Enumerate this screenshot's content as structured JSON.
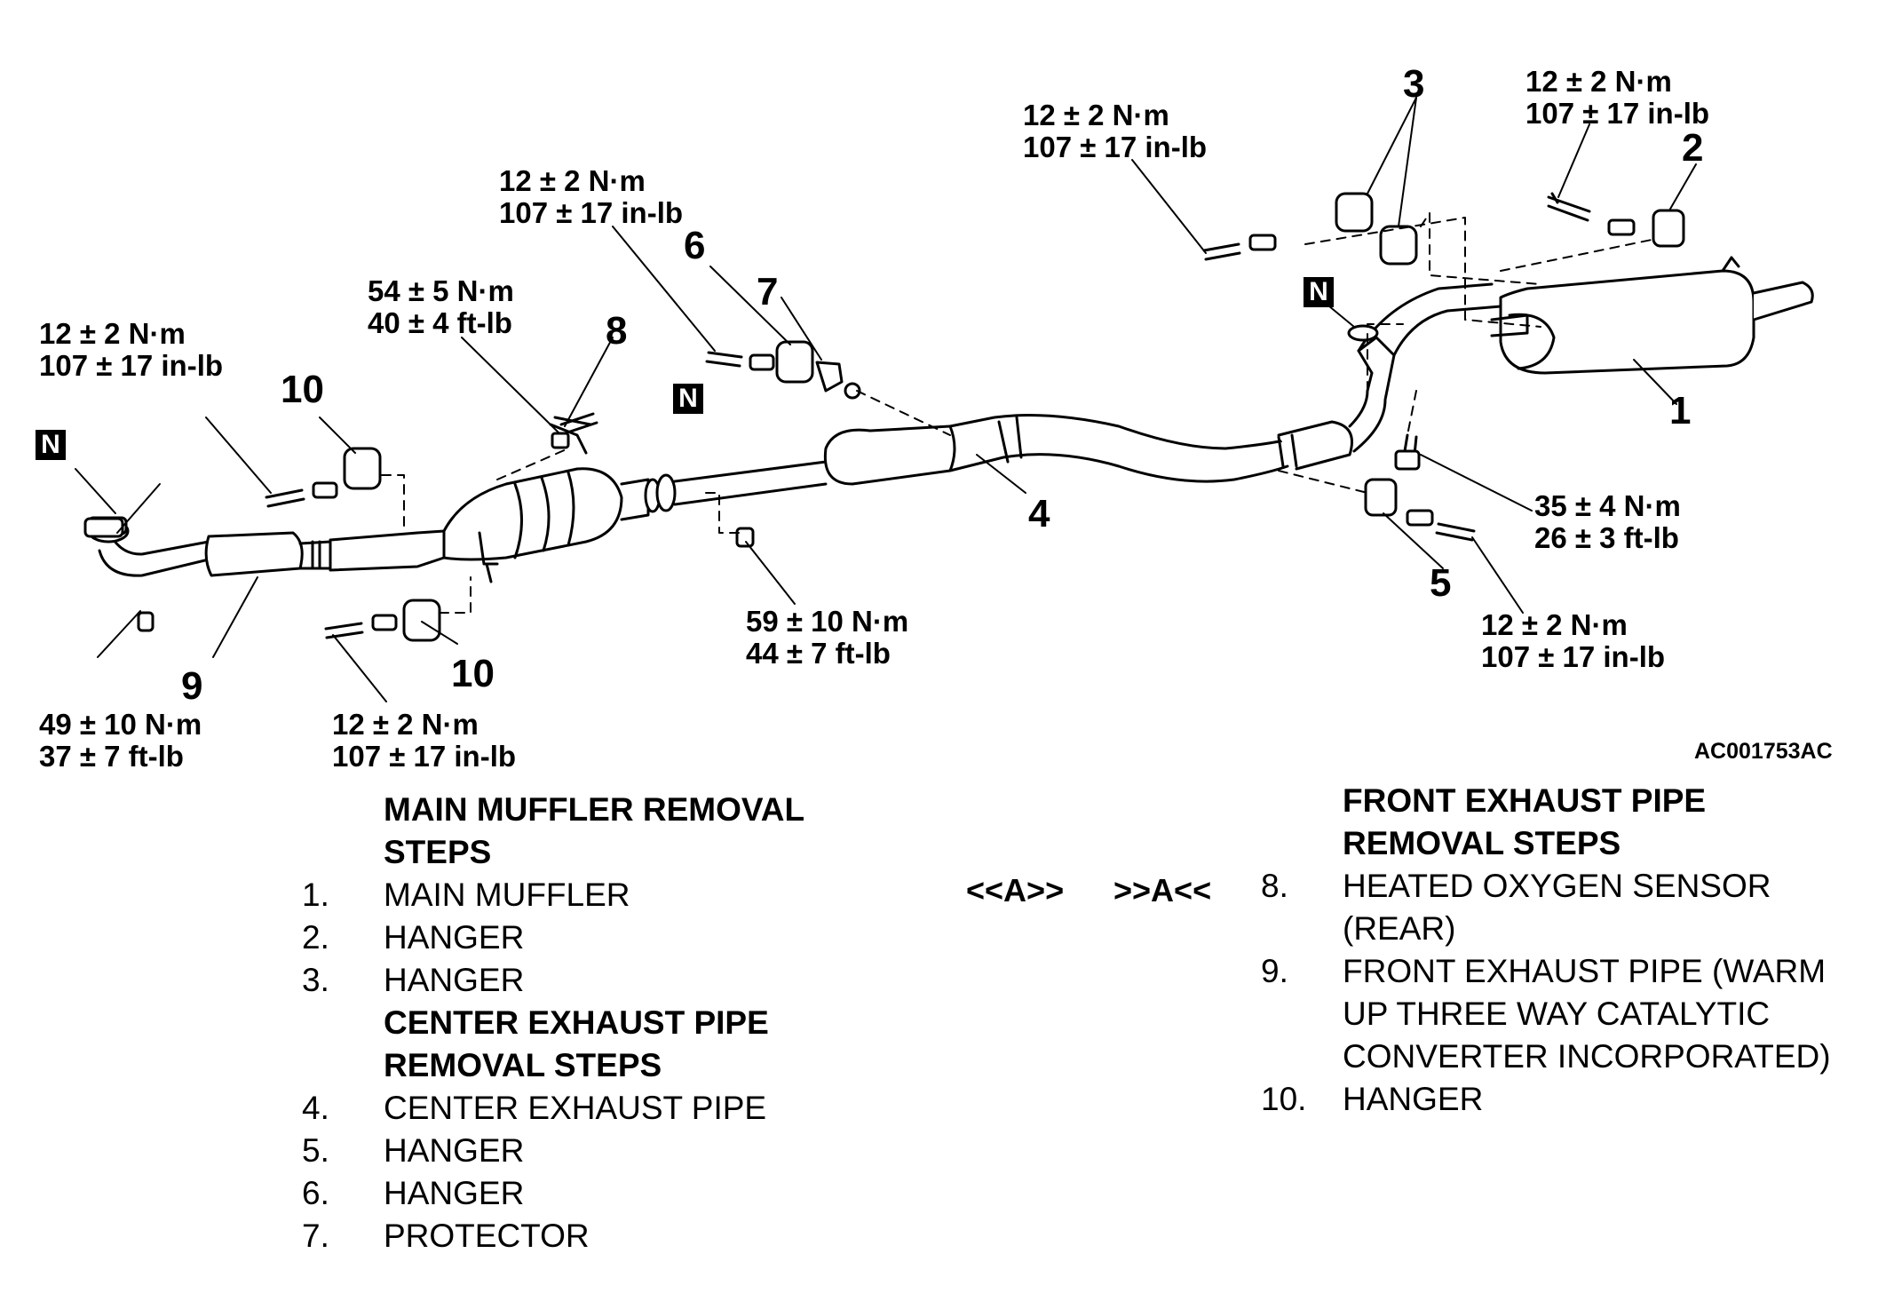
{
  "figure_ref": "AC001753AC",
  "n_badge": "N",
  "callouts": {
    "c1": "1",
    "c2": "2",
    "c3": "3",
    "c4": "4",
    "c5": "5",
    "c6": "6",
    "c7": "7",
    "c8": "8",
    "c9": "9",
    "c10_upper": "10",
    "c10_lower": "10"
  },
  "torques": {
    "t_9_nut_top": "49 ± 10 N·m",
    "t_9_nut_bot": "37 ± 7 ft-lb",
    "t_10_left_top": "12 ± 2 N·m",
    "t_10_left_bot": "107 ± 17 in-lb",
    "t_10_low_top": "12 ± 2 N·m",
    "t_10_low_bot": "107 ± 17 in-lb",
    "t_8_top": "54 ± 5 N·m",
    "t_8_bot": "40 ± 4 ft-lb",
    "t_6_top": "12 ± 2 N·m",
    "t_6_bot": "107 ± 17 in-lb",
    "t_flange_top": "59 ± 10 N·m",
    "t_flange_bot": "44 ± 7 ft-lb",
    "t_3_top": "12 ± 2 N·m",
    "t_3_bot": "107 ± 17 in-lb",
    "t_2_top": "12 ± 2 N·m",
    "t_2_bot": "107 ± 17 in-lb",
    "t_joint_top": "35 ± 4 N·m",
    "t_joint_bot": "26 ± 3 ft-lb",
    "t_5_top": "12 ± 2 N·m",
    "t_5_bot": "107 ± 17 in-lb"
  },
  "markers": {
    "left": "<<A>>",
    "right": ">>A<<"
  },
  "main_muffler": {
    "heading_1": "MAIN MUFFLER REMOVAL",
    "heading_2": "STEPS",
    "items": [
      {
        "num": "1.",
        "text": "MAIN MUFFLER"
      },
      {
        "num": "2.",
        "text": "HANGER"
      },
      {
        "num": "3.",
        "text": "HANGER"
      }
    ]
  },
  "center_pipe": {
    "heading_1": "CENTER EXHAUST PIPE",
    "heading_2": "REMOVAL STEPS",
    "items": [
      {
        "num": "4.",
        "text": "CENTER EXHAUST PIPE"
      },
      {
        "num": "5.",
        "text": "HANGER"
      },
      {
        "num": "6.",
        "text": "HANGER"
      },
      {
        "num": "7.",
        "text": "PROTECTOR"
      }
    ]
  },
  "front_pipe": {
    "heading_1": "FRONT EXHAUST PIPE",
    "heading_2": "REMOVAL STEPS",
    "item8_num": "8.",
    "item8_l1": "HEATED OXYGEN SENSOR",
    "item8_l2": "(REAR)",
    "item9_num": "9.",
    "item9_l1": "FRONT EXHAUST PIPE (WARM",
    "item9_l2": "UP THREE WAY CATALYTIC",
    "item9_l3": "CONVERTER INCORPORATED)",
    "item10_num": "10.",
    "item10_l1": "HANGER"
  }
}
